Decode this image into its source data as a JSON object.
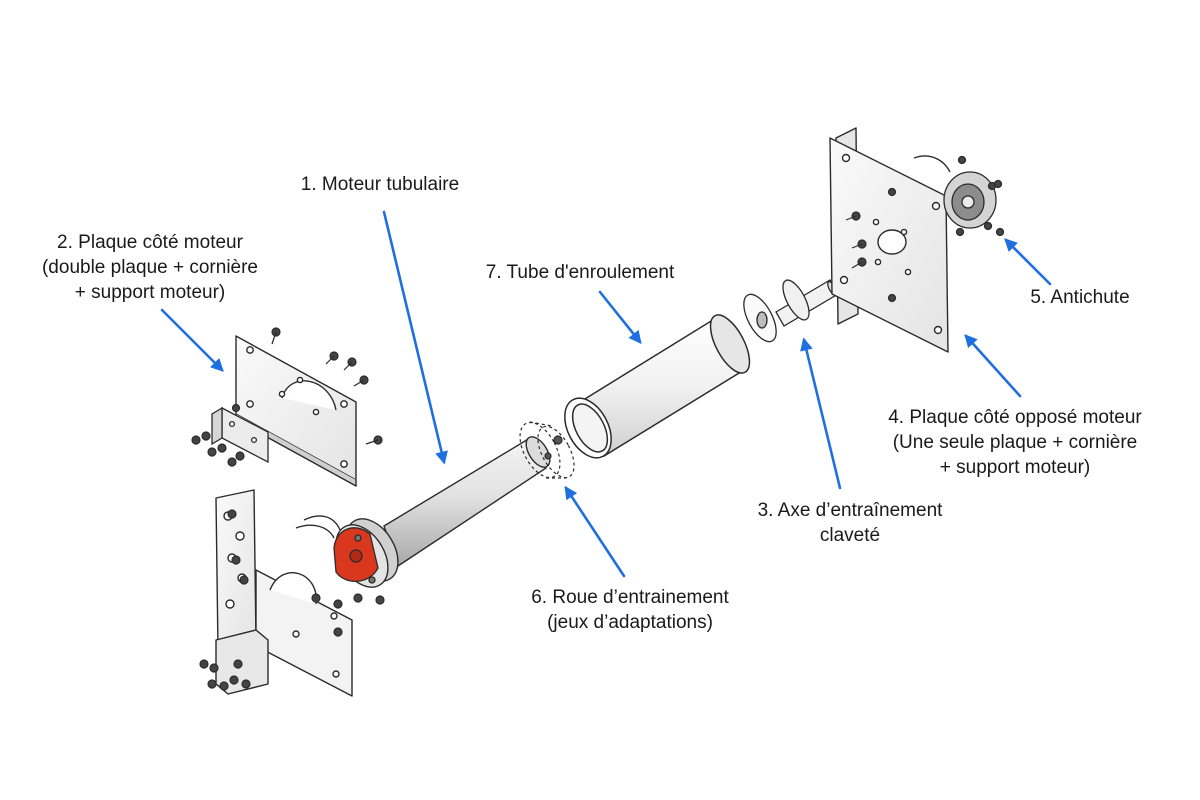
{
  "labels": {
    "moteur": [
      "1. Moteur tubulaire"
    ],
    "plaque_moteur": [
      "2. Plaque côté moteur",
      "(double plaque + cornière",
      "+ support moteur)"
    ],
    "tube": [
      "7. Tube d'enroulement"
    ],
    "antichute": [
      "5. Antichute"
    ],
    "plaque_opposee": [
      "4. Plaque côté opposé moteur",
      "(Une seule plaque + cornière",
      "+ support moteur)"
    ],
    "axe": [
      "3. Axe d’entraînement",
      "claveté"
    ],
    "roue": [
      "6. Roue d’entrainement",
      "(jeux d’adaptations)"
    ]
  },
  "colors": {
    "arrow": "#1f6fe0",
    "outline": "#2b2b2b",
    "motor_head": "#d9381e",
    "metal_light": "#f2f2f2",
    "metal_shade": "#c9c9c9"
  }
}
